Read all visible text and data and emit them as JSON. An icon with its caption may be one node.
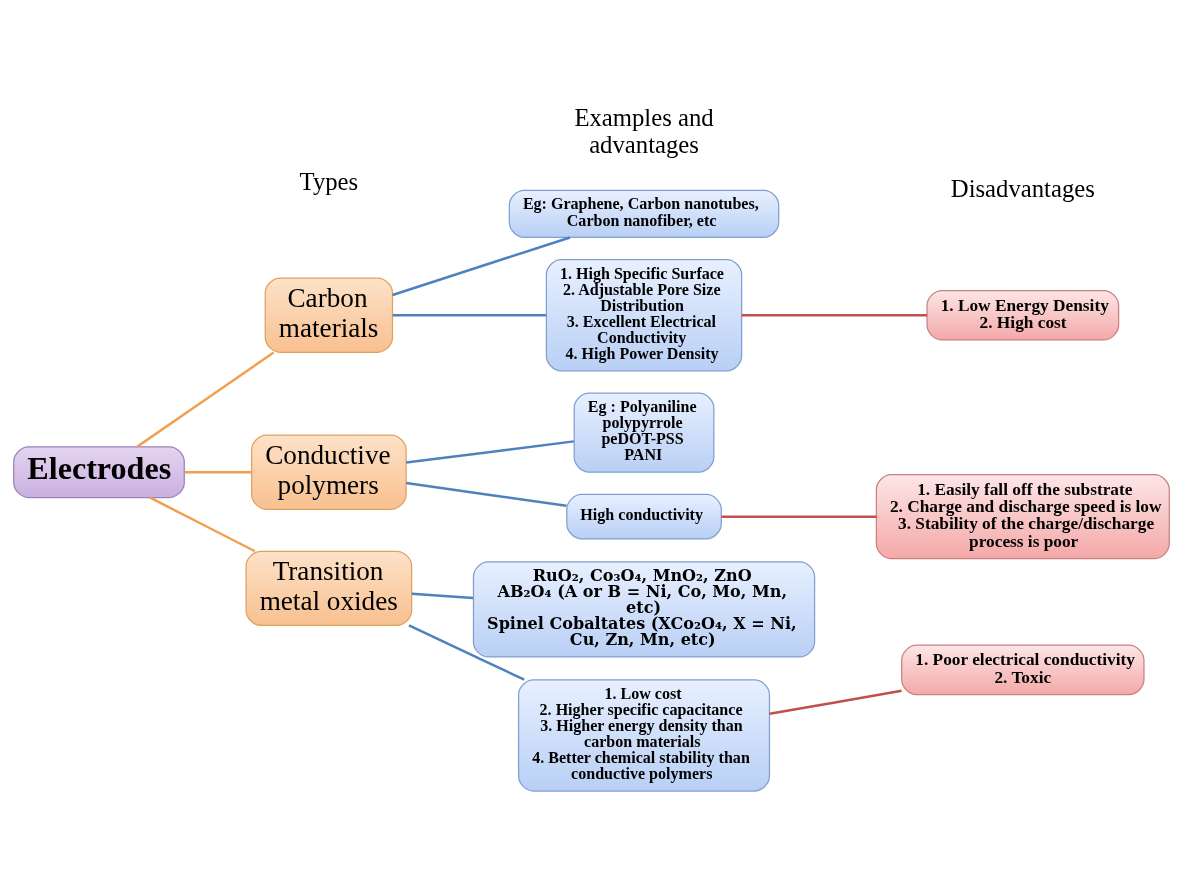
{
  "diagram": {
    "nodes": [
      {
        "text": [
          "Electrodes"
        ]
      },
      {
        "text": [
          "Carbon materials"
        ]
      },
      {
        "text": [
          "Eg: Graphene, Carbon nanotubes, Carbon nanofiber, etc"
        ]
      },
      {
        "text": [
          "1. High Specific Surface",
          "2. Adjustable Pore Size Distribution",
          "3. Excellent Electrical Conductivity",
          "4. High Power Density"
        ]
      },
      {
        "text": [
          "1. Low Energy Density",
          "2. High cost"
        ]
      },
      {
        "text": [
          "Conductive polymers"
        ]
      },
      {
        "text": [
          "Eg : Polyaniline",
          "polypyrrole",
          "peDOT-PSS",
          "PANI"
        ]
      },
      {
        "text": [
          "High conductivity"
        ]
      },
      {
        "text": [
          "1. Easily fall off the substrate",
          "2. Charge and discharge speed is low",
          "3. Stability of the charge/discharge process is poor"
        ]
      },
      {
        "text": [
          "Transition metal oxides"
        ]
      },
      {
        "text": [
          "RuO₂, Co₃O₄, MnO₂, ZnO",
          "AB₂O₄ (A or B = Ni, Co, Mo, Mn, etc)",
          "Spinel Cobaltates (XCo₂O₄, X = Ni, Cu, Zn, Mn, etc)"
        ]
      },
      {
        "text": [
          "1. Low cost",
          "2. Higher specific capacitance",
          "3. Higher energy density than carbon materials",
          "4. Better chemical stability than conductive polymers"
        ]
      },
      {
        "text": [
          "1. Poor electrical conductivity",
          "2. Toxic"
        ]
      }
    ],
    "edges": [
      {
        "from": 0,
        "to": 1,
        "arrow": "none",
        "color": "#f0a050"
      },
      {
        "from": 0,
        "to": 5,
        "arrow": "none",
        "color": "#f0a050"
      },
      {
        "from": 0,
        "to": 9,
        "arrow": "none",
        "color": "#f0a050"
      },
      {
        "from": 1,
        "to": 2,
        "arrow": "none"
      },
      {
        "from": 1,
        "to": 3,
        "arrow": "none"
      },
      {
        "from": 3,
        "to": 4,
        "arrow": "none",
        "color": "#c0504d"
      },
      {
        "from": 5,
        "to": 6,
        "arrow": "none"
      },
      {
        "from": 5,
        "to": 7,
        "arrow": "none"
      },
      {
        "from": 7,
        "to": 8,
        "arrow": "none",
        "color": "#c0504d"
      },
      {
        "from": 9,
        "to": 10,
        "arrow": "none"
      },
      {
        "from": 9,
        "to": 11,
        "arrow": "none"
      },
      {
        "from": 11,
        "to": 12,
        "arrow": "none",
        "color": "#c0504d"
      }
    ],
    "labels": [
      "Types",
      "Examples and advantages",
      "Disadvantages"
    ]
  }
}
